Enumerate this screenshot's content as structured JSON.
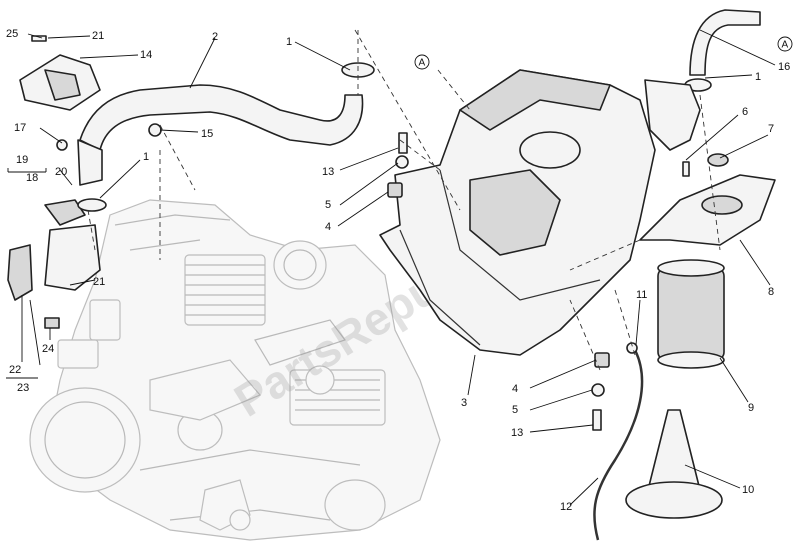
{
  "watermark": "PartsRepublik",
  "ref_markers": [
    "A",
    "A"
  ],
  "callouts": [
    "25",
    "21",
    "14",
    "2",
    "1",
    "1",
    "16",
    "17",
    "15",
    "19",
    "18",
    "20",
    "1",
    "13",
    "5",
    "4",
    "6",
    "7",
    "8",
    "21",
    "22",
    "23",
    "24",
    "3",
    "11",
    "4",
    "5",
    "13",
    "9",
    "10",
    "12"
  ],
  "colors": {
    "line": "#222222",
    "engine": "#bdbdbd",
    "watermark": "#969696"
  }
}
